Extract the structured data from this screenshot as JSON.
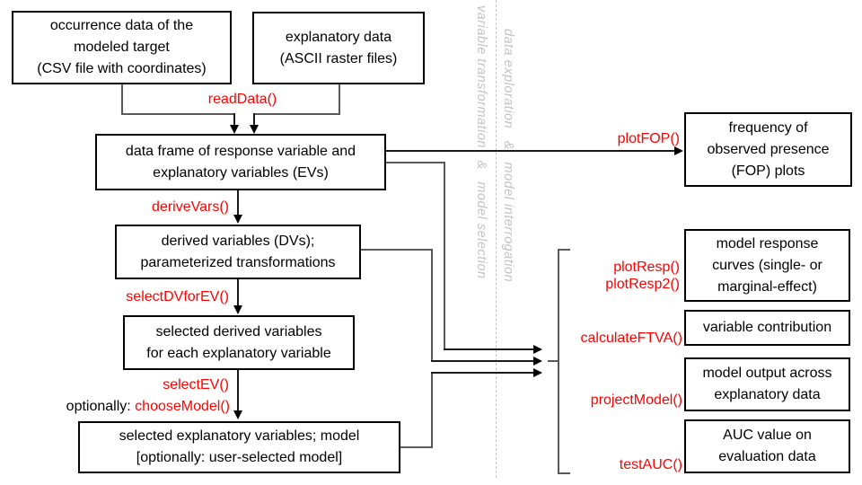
{
  "boxes": {
    "occurrence": {
      "lines": [
        "occurrence data of the",
        "modeled target",
        "(CSV file with coordinates)"
      ]
    },
    "explanatory": {
      "lines": [
        "explanatory data",
        "(ASCII raster files)"
      ]
    },
    "dataframe": {
      "lines": [
        "data frame of response variable and",
        "explanatory variables (EVs)"
      ]
    },
    "derived": {
      "lines": [
        "derived variables (DVs);",
        "parameterized transformations"
      ]
    },
    "selected_dv": {
      "lines": [
        "selected derived variables",
        "for each explanatory variable"
      ]
    },
    "final_model": {
      "lines": [
        "selected explanatory variables; model",
        "[optionally: user-selected model]"
      ]
    },
    "fop": {
      "lines": [
        "frequency of",
        "observed presence",
        "(FOP) plots"
      ]
    },
    "response_curves": {
      "lines": [
        "model response",
        "curves (single- or",
        "marginal-effect)"
      ]
    },
    "contribution": {
      "lines": [
        "variable contribution"
      ]
    },
    "model_output": {
      "lines": [
        "model output across",
        "explanatory data"
      ]
    },
    "auc": {
      "lines": [
        "AUC value on",
        "evaluation data"
      ]
    }
  },
  "functions": {
    "read_data": "readData()",
    "derive_vars": "deriveVars()",
    "select_dv_for_ev": "selectDVforEV()",
    "select_ev": "selectEV()",
    "choose_model": "chooseModel()",
    "plot_fop": "plotFOP()",
    "plot_resp": "plotResp()",
    "plot_resp2": "plotResp2()",
    "calculate_ftva": "calculateFTVA()",
    "project_model": "projectModel()",
    "test_auc": "testAUC()"
  },
  "labels": {
    "optionally_prefix": "optionally: "
  },
  "captions": {
    "left": "variable transformation   &   model selection",
    "right": "data exploration   &   model interrogation"
  },
  "colors": {
    "function_text": "#ff0000",
    "caption_text": "#c3c3c3",
    "box_border": "#000000",
    "connector": "#595959",
    "background": "#ffffff"
  }
}
